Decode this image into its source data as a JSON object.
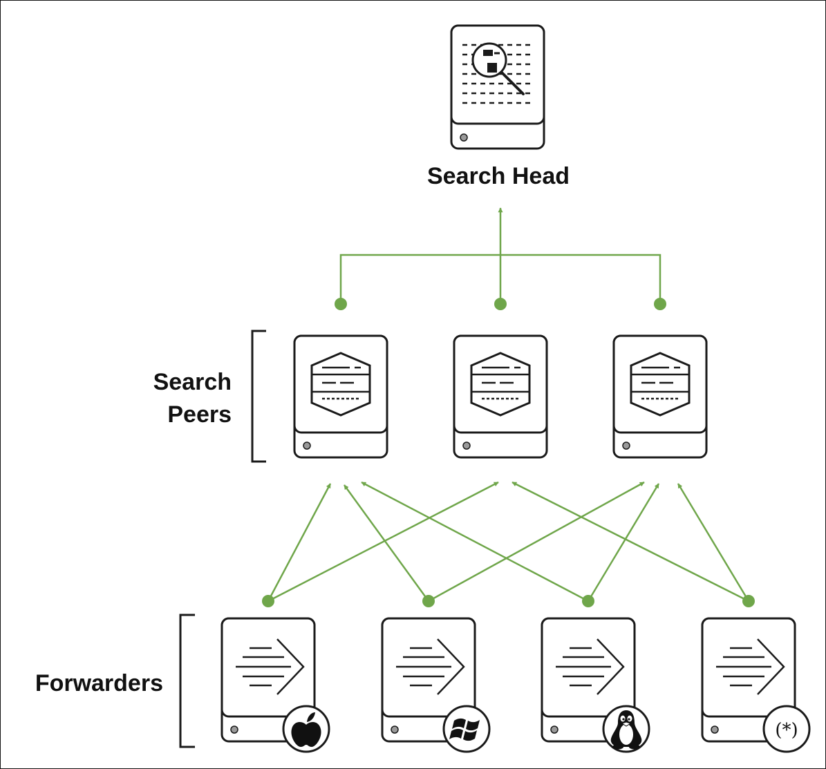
{
  "labels": {
    "search_head": "Search Head",
    "search_peers_line1": "Search",
    "search_peers_line2": "Peers",
    "forwarders": "Forwarders"
  },
  "badges": {
    "os1": "apple-icon",
    "os2": "windows-icon",
    "os3": "linux-icon",
    "os4": "(*)"
  },
  "colors": {
    "connector": "#6fa64a",
    "stroke": "#1a1a1a",
    "led": "#9a9a9a",
    "background": "#ffffff"
  }
}
